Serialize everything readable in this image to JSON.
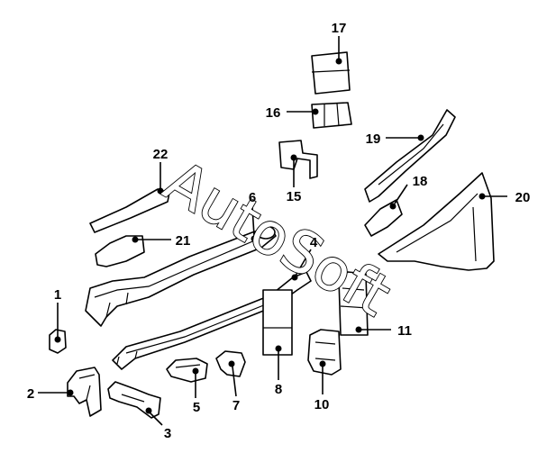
{
  "watermark": "AutoSoft",
  "callouts": [
    {
      "id": "c1",
      "label": "1"
    },
    {
      "id": "c2",
      "label": "2"
    },
    {
      "id": "c3",
      "label": "3"
    },
    {
      "id": "c4",
      "label": "4"
    },
    {
      "id": "c5",
      "label": "5"
    },
    {
      "id": "c6",
      "label": "6"
    },
    {
      "id": "c7",
      "label": "7"
    },
    {
      "id": "c8",
      "label": "8"
    },
    {
      "id": "c10",
      "label": "10"
    },
    {
      "id": "c11",
      "label": "11"
    },
    {
      "id": "c15",
      "label": "15"
    },
    {
      "id": "c16",
      "label": "16"
    },
    {
      "id": "c17",
      "label": "17"
    },
    {
      "id": "c18",
      "label": "18"
    },
    {
      "id": "c19",
      "label": "19"
    },
    {
      "id": "c20",
      "label": "20"
    },
    {
      "id": "c21",
      "label": "21"
    },
    {
      "id": "c22",
      "label": "22"
    }
  ]
}
